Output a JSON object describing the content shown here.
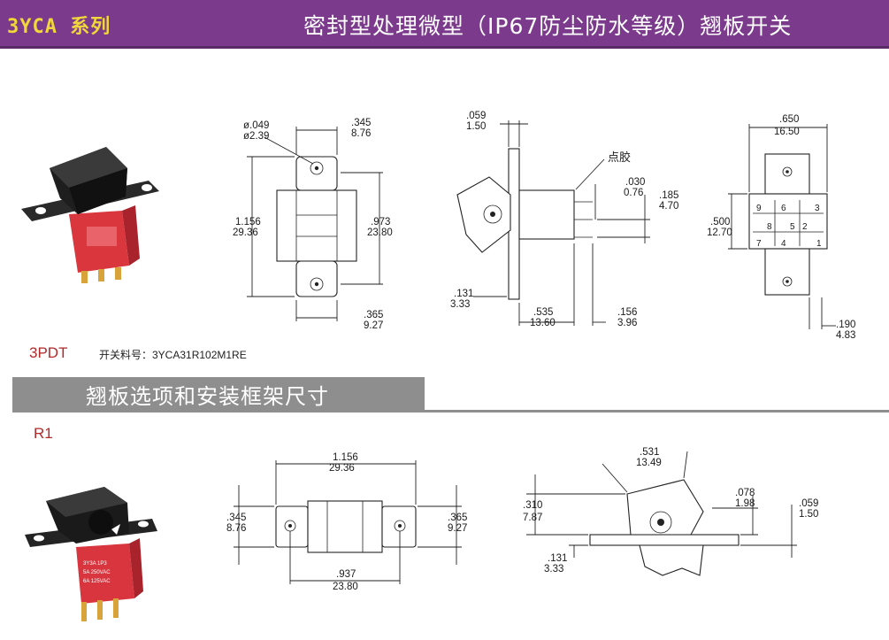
{
  "header": {
    "series": "3YCA 系列",
    "title": "密封型处理微型（IP67防尘防水等级）翘板开关",
    "bg_color": "#7b3a8c",
    "series_color": "#f2d63a"
  },
  "top": {
    "type_label": "3PDT",
    "part_number": "开关料号：3YCA31R102M1RE",
    "front_view": {
      "hole_in": "ø.049",
      "hole_mm": "ø2.39",
      "width_in": ".345",
      "width_mm": "8.76",
      "height_in": "1.156",
      "height_mm": "29.36",
      "inner_in": ".973",
      "inner_mm": "23.80",
      "bottom_in": ".365",
      "bottom_mm": "9.27"
    },
    "side_view": {
      "top_in": ".059",
      "top_mm": "1.50",
      "glue_label": "点胶",
      "pin_in": ".030",
      "pin_mm": "0.76",
      "pin_gap_in": ".185",
      "pin_gap_mm": "4.70",
      "base_in": ".131",
      "base_mm": "3.33",
      "depth_in": ".535",
      "depth_mm": "13.60",
      "tail_in": ".156",
      "tail_mm": "3.96"
    },
    "bottom_view": {
      "width_in": ".650",
      "width_mm": "16.50",
      "height_in": ".500",
      "height_mm": "12.70",
      "pin_in": ".190",
      "pin_mm": "4.83",
      "pins": [
        "9",
        "6",
        "3",
        "8",
        "5",
        "2",
        "7",
        "4",
        "1"
      ]
    }
  },
  "section": {
    "title": "翘板选项和安装框架尺寸",
    "bar_color": "#8e8e8e"
  },
  "r1": {
    "label": "R1",
    "photo_marking": [
      "3Y3A 1P3",
      "5A 250VAC",
      "6A 125VAC"
    ],
    "frame_view": {
      "length_in": "1.156",
      "length_mm": "29.36",
      "left_in": ".345",
      "left_mm": "8.76",
      "right_in": ".365",
      "right_mm": "9.27",
      "inner_in": ".937",
      "inner_mm": "23.80"
    },
    "rocker_view": {
      "top_in": ".531",
      "top_mm": "13.49",
      "height_in": ".310",
      "height_mm": "7.87",
      "step_in": ".078",
      "step_mm": "1.98",
      "edge_in": ".059",
      "edge_mm": "1.50",
      "base_in": ".131",
      "base_mm": "3.33"
    }
  }
}
